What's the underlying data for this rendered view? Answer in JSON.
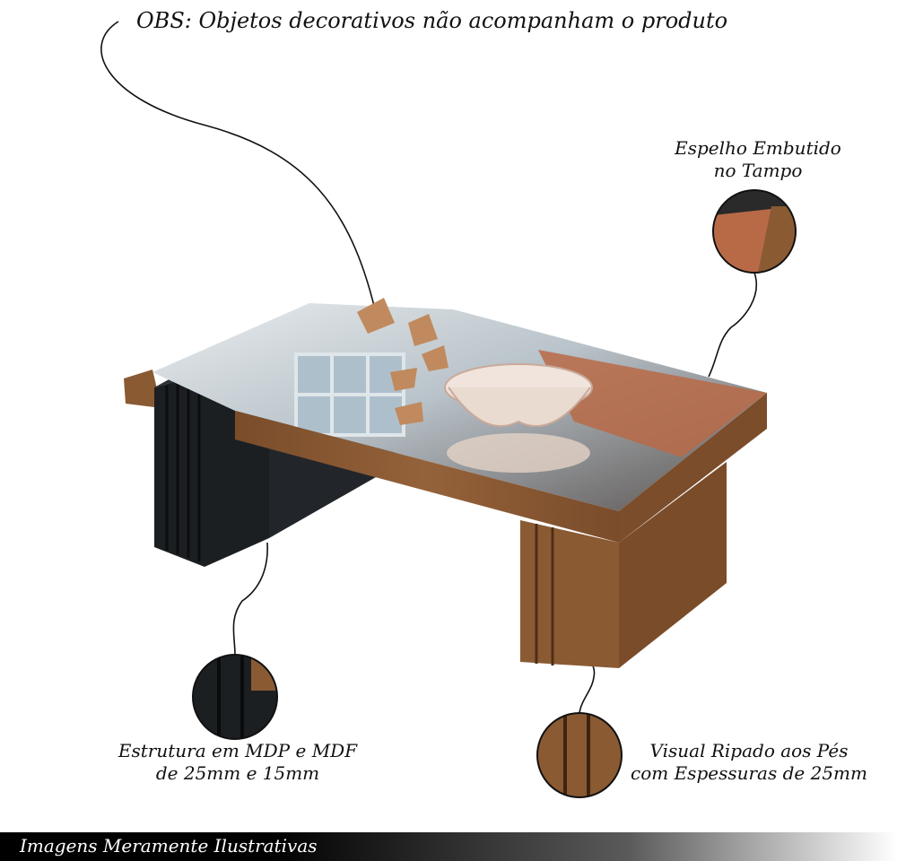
{
  "notes": {
    "obs": "OBS: Objetos decorativos não acompanham o produto",
    "mirror_line1": "Espelho Embutido",
    "mirror_line2": "no Tampo",
    "structure_line1": "Estrutura em MDP e MDF",
    "structure_line2": "de 25mm e 15mm",
    "slatted_line1": "Visual Ripado aos Pés",
    "slatted_line2": "com Espessuras de 25mm"
  },
  "footer": {
    "text": "Imagens Meramente Ilustrativas"
  },
  "colors": {
    "wood": "#8a5a33",
    "wood_dark": "#6e4424",
    "black_panel": "#1c1f22",
    "mirror": "#c9cfd3",
    "copper": "#b86a47"
  }
}
